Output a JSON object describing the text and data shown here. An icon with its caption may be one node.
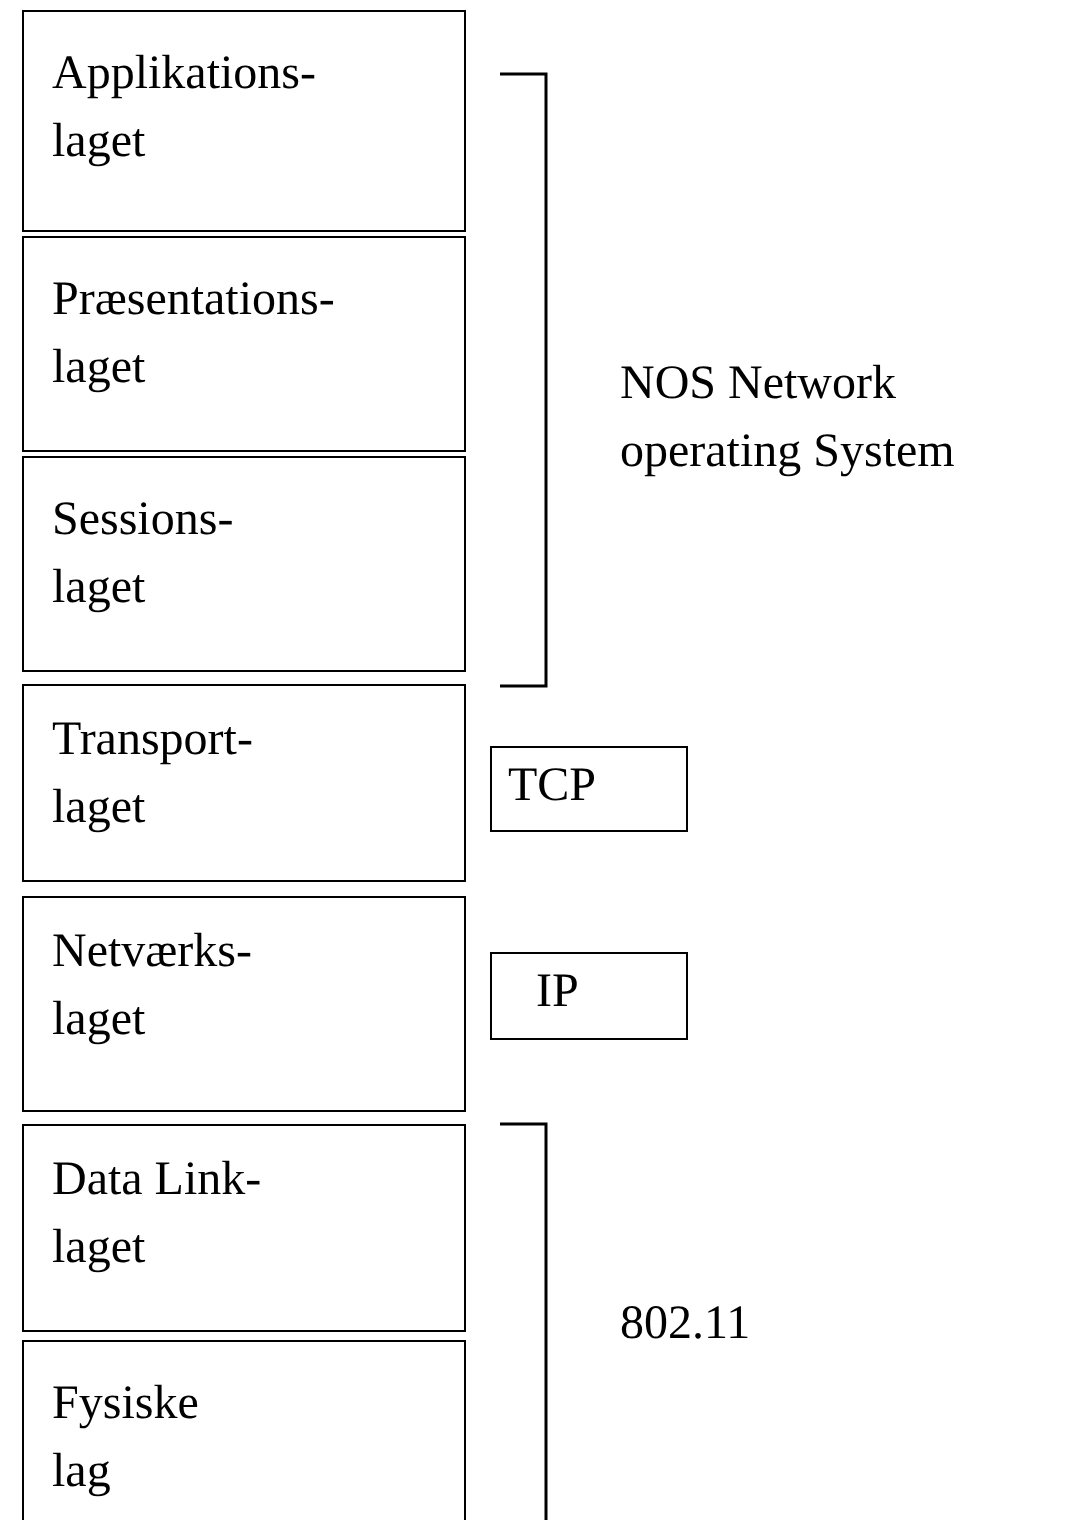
{
  "diagram": {
    "nodes": [
      {
        "text": [
          "Applikations- laget"
        ]
      },
      {
        "text": [
          "Præsentations- laget"
        ]
      },
      {
        "text": [
          "Sessions- laget"
        ]
      },
      {
        "text": [
          "Transport- laget"
        ]
      },
      {
        "text": [
          "Netværks- laget"
        ]
      },
      {
        "text": [
          "Data Link- laget"
        ]
      },
      {
        "text": [
          "Fysiske lag"
        ]
      },
      {
        "text": [
          "TCP"
        ]
      },
      {
        "text": [
          "IP"
        ]
      }
    ],
    "edges": [],
    "labels": [
      "NOS Network operating System",
      "802.11"
    ]
  }
}
